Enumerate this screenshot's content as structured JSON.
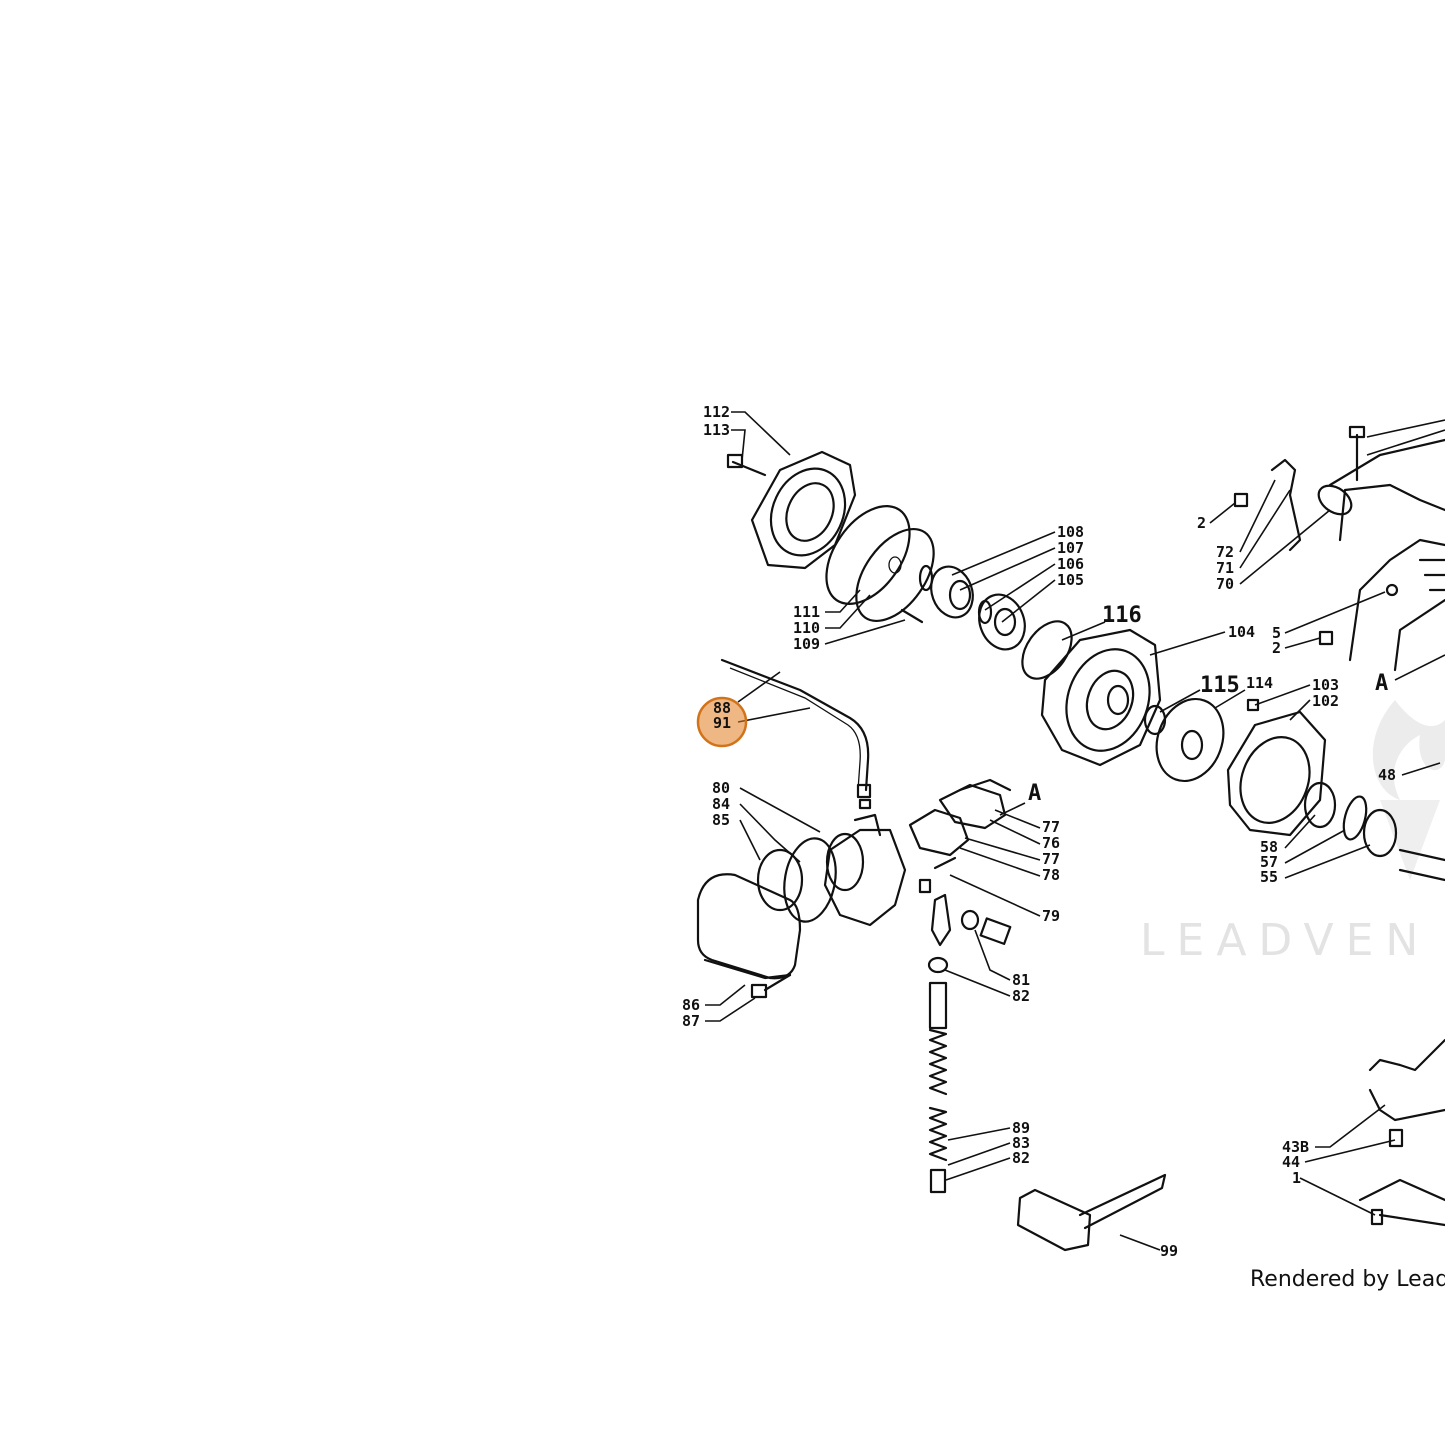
{
  "diagram": {
    "labels": {
      "l112": "112",
      "l113": "113",
      "l108": "108",
      "l107": "107",
      "l106": "106",
      "l105": "105",
      "l111": "111",
      "l110": "110",
      "l109": "109",
      "l116": "116",
      "l104": "104",
      "l115": "115",
      "l114": "114",
      "l103": "103",
      "l102": "102",
      "l2a": "2",
      "l72": "72",
      "l71": "71",
      "l70": "70",
      "l5": "5",
      "l2b": "2",
      "lA1": "A",
      "l48": "48",
      "l58": "58",
      "l57": "57",
      "l55": "55",
      "l88": "88",
      "l91": "91",
      "l80": "80",
      "l84": "84",
      "l85": "85",
      "lA2": "A",
      "l77a": "77",
      "l76": "76",
      "l77b": "77",
      "l78": "78",
      "l79": "79",
      "l81": "81",
      "l82a": "82",
      "l86": "86",
      "l87": "87",
      "l89": "89",
      "l83": "83",
      "l82b": "82",
      "l99": "99",
      "l43b": "43B",
      "l44": "44",
      "l1": "1"
    },
    "highlight_color": "#e07b1f",
    "watermark": "LEADVEN",
    "credit": "Rendered by LeadVe"
  }
}
